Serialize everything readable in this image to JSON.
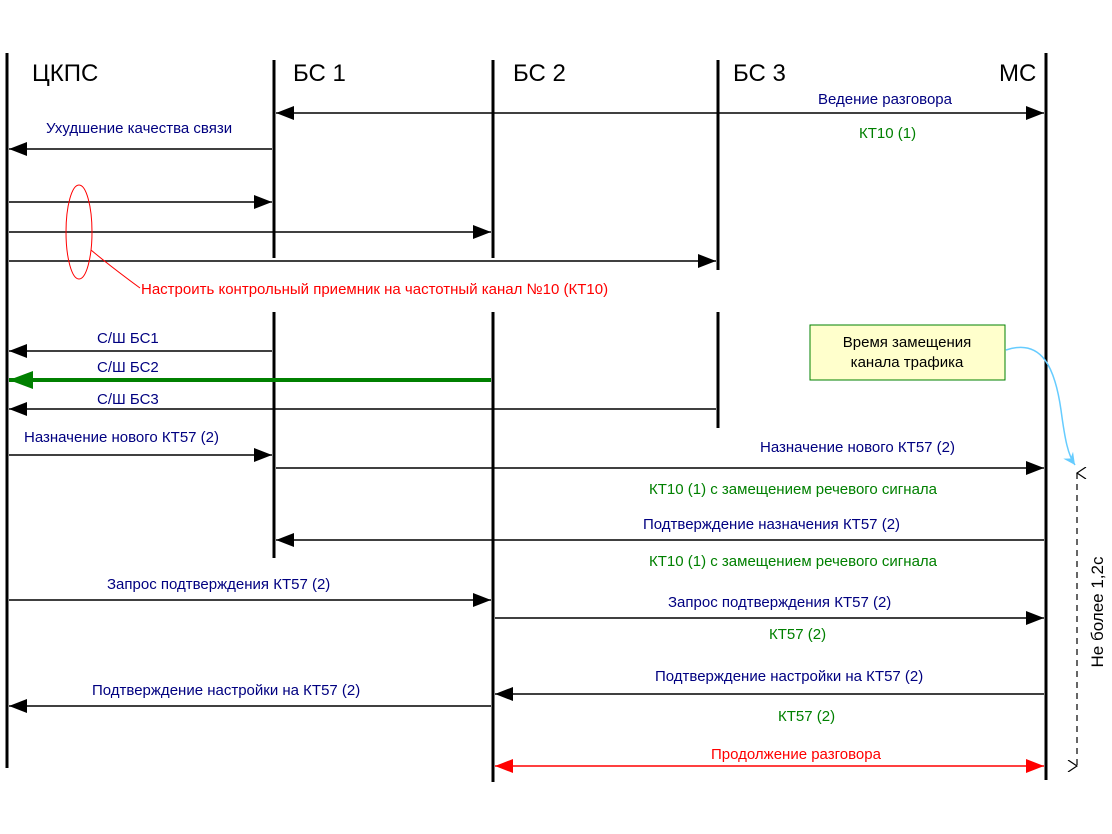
{
  "lifelines": {
    "mscc": "ЦКПС",
    "bs1": "БС 1",
    "bs2": "БС 2",
    "bs3": "БС 3",
    "ms": "МС"
  },
  "messages": {
    "conversation": "Ведение разговора",
    "kt10_1": "КТ10 (1)",
    "quality_degradation": "Ухудшение качества связи",
    "tune_receiver": "Настроить контрольный приемник на частотный канал №10 (КТ10)",
    "sn_bs1": "С/Ш  БС1",
    "sn_bs2": "С/Ш  БС2",
    "sn_bs3": "С/Ш  БС3",
    "assign_new_left": "Назначение нового КТ57 (2)",
    "assign_new_right": "Назначение нового КТ57 (2)",
    "kt10_voice_1": "КТ10 (1) с замещением речевого сигнала",
    "confirm_assign": "Подтверждение назначения  КТ57 (2)",
    "kt10_voice_2": "КТ10 (1) с замещением речевого сигнала",
    "request_confirm_left": "Запрос подтверждения КТ57 (2)",
    "request_confirm_right": "Запрос подтверждения КТ57 (2)",
    "kt57_a": "КТ57 (2)",
    "tuning_confirm_right": "Подтверждение настройки на  КТ57 (2)",
    "tuning_confirm_left": "Подтверждение настройки на  КТ57 (2)",
    "kt57_b": "КТ57 (2)",
    "continue_conversation": "Продолжение разговора"
  },
  "note": {
    "line1": "Время замещения",
    "line2": "канала трафика"
  },
  "time_limit": "Не более 1,2с",
  "colors": {
    "message": "#000080",
    "channel": "#008000",
    "highlight": "#ff0000",
    "note_fill": "#ffffcc",
    "note_border": "#008000",
    "callout": "#66ccff"
  }
}
